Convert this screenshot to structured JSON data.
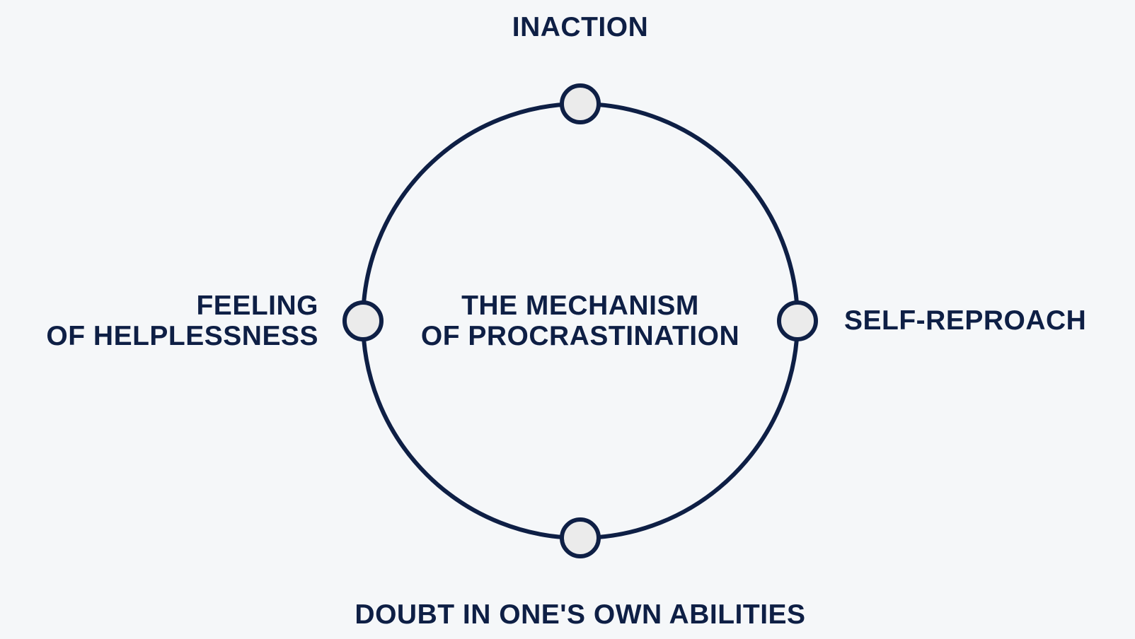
{
  "center_title": {
    "line1": "THE MECHANISM",
    "line2": "OF PROCRASTINATION"
  },
  "nodes": {
    "top": "INACTION",
    "right": "SELF-REPROACH",
    "bottom": "DOUBT IN ONE'S OWN ABILITIES",
    "left_line1": "FEELING",
    "left_line2": "OF HELPLESSNESS"
  },
  "colors": {
    "stroke": "#0e1f45",
    "node_fill": "#ebebeb",
    "background": "#f5f7f9"
  }
}
